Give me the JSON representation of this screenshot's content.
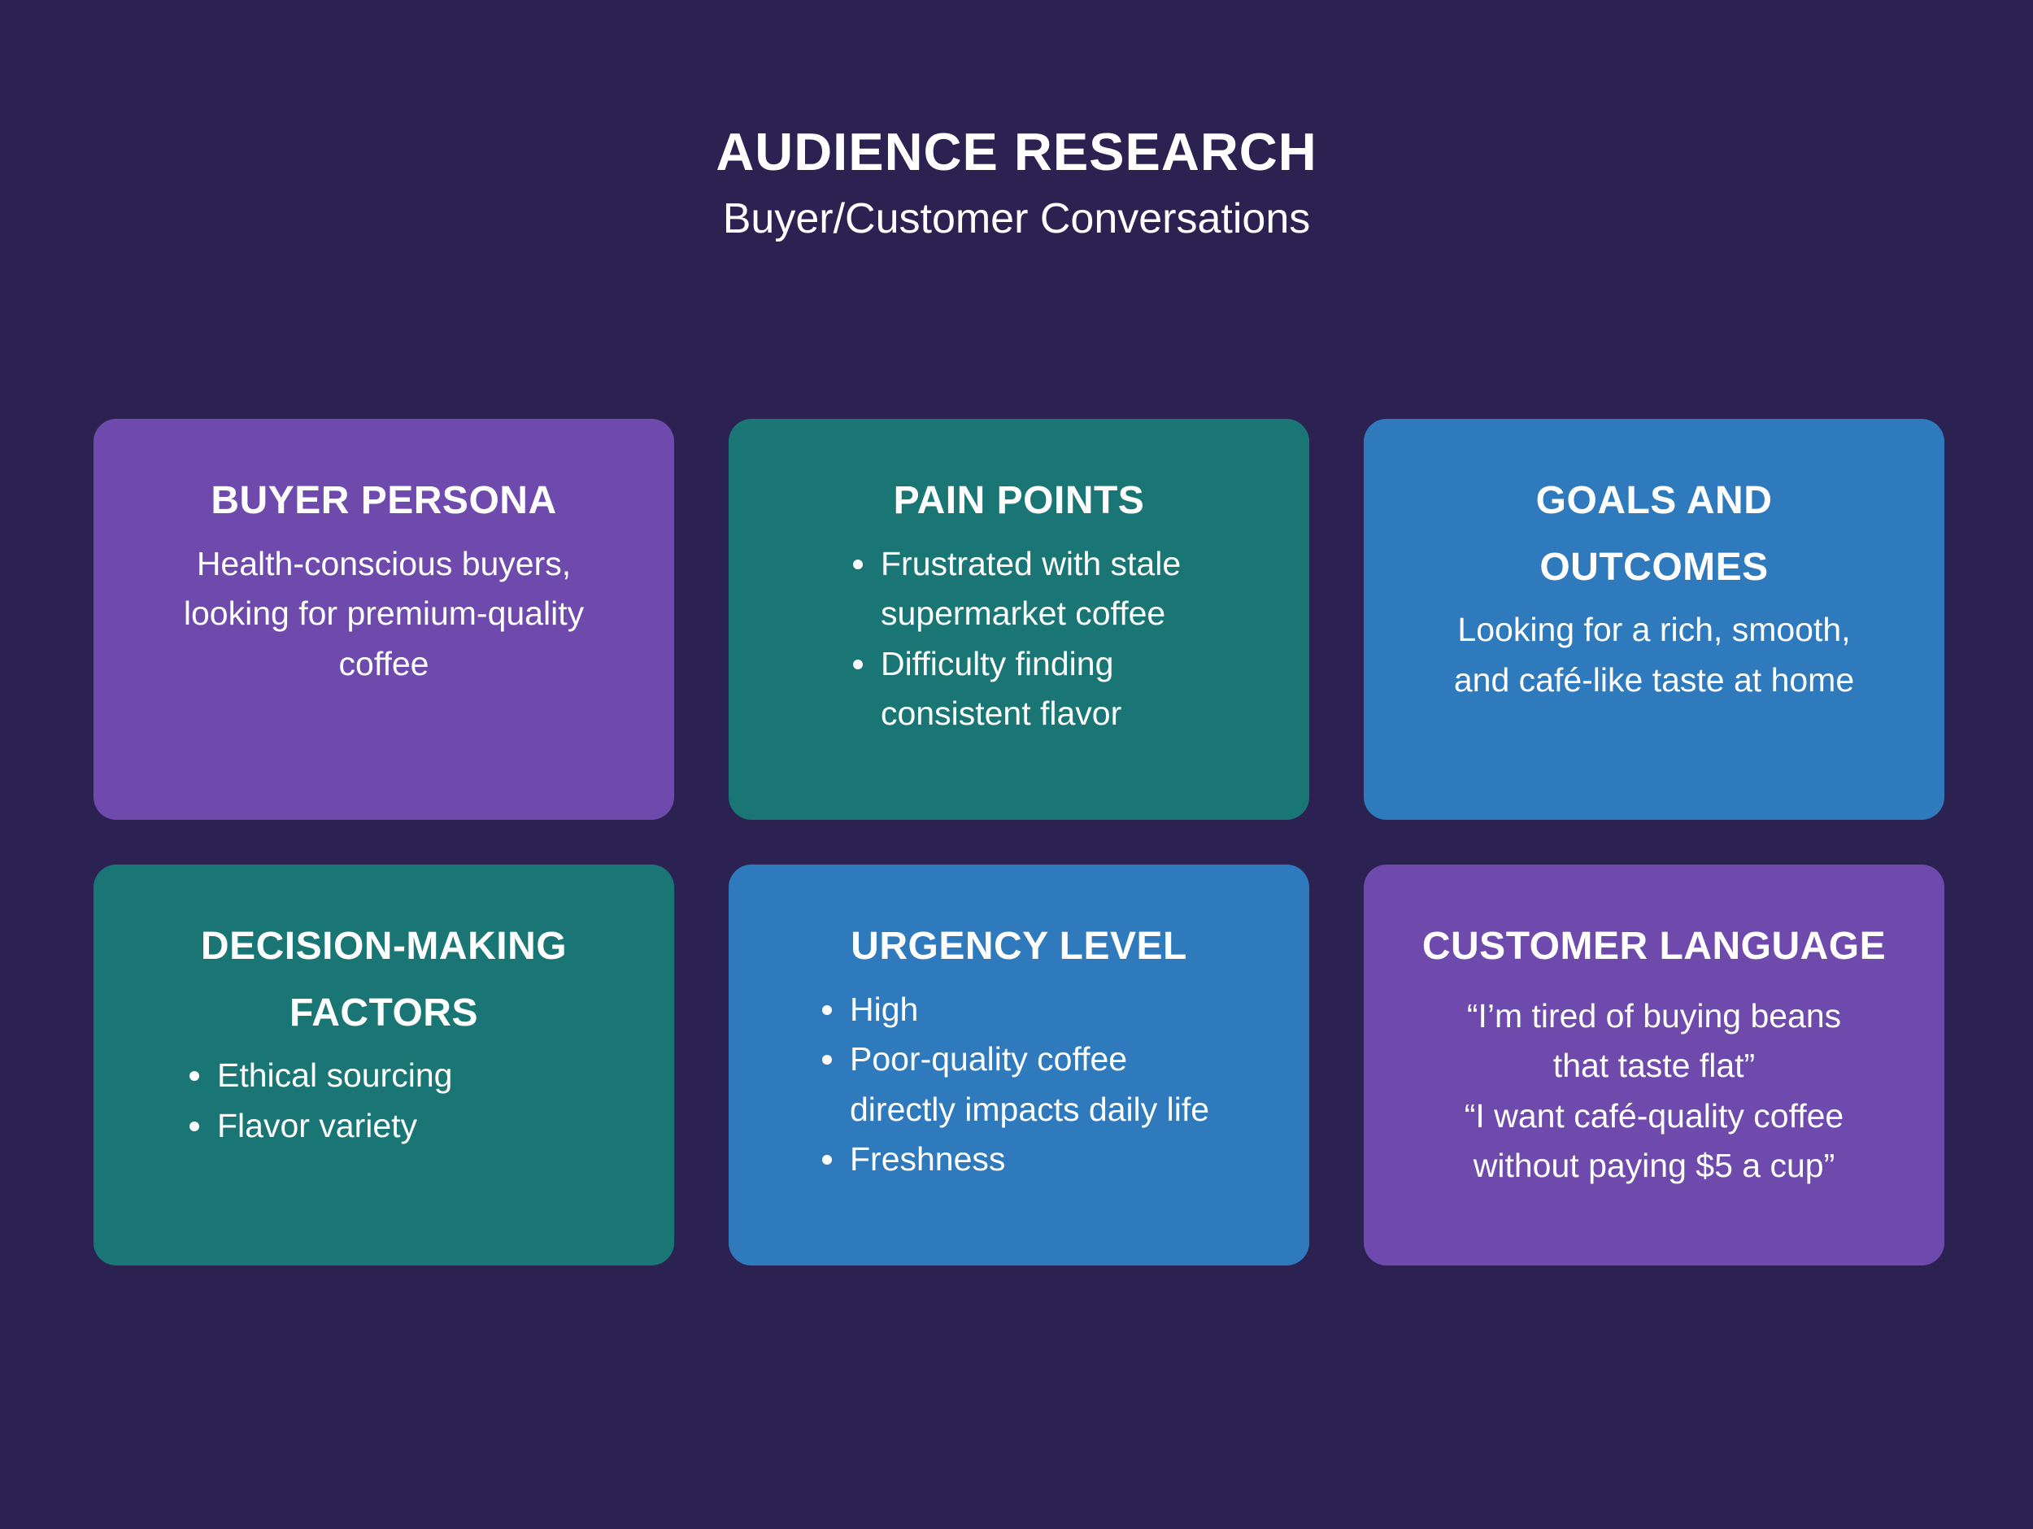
{
  "header": {
    "title": "AUDIENCE RESEARCH",
    "subtitle": "Buyer/Customer Conversations"
  },
  "colors": {
    "background": "#2C2251",
    "purple": "#6E4AAD",
    "teal": "#1A7675",
    "blue": "#2F7ABC",
    "text": "#FFFFFF"
  },
  "cards": [
    {
      "id": "buyer-persona",
      "color": "purple",
      "title": "BUYER PERSONA",
      "body": "Health-conscious buyers,\nlooking for premium-quality\ncoffee"
    },
    {
      "id": "pain-points",
      "color": "teal",
      "title": "PAIN POINTS",
      "bullets": [
        "Frustrated with stale\nsupermarket coffee",
        "Difficulty finding\nconsistent flavor"
      ]
    },
    {
      "id": "goals-and-outcomes",
      "color": "blue",
      "title": "GOALS AND\nOUTCOMES",
      "body": "Looking for a rich, smooth,\nand café-like taste at home"
    },
    {
      "id": "decision-making-factors",
      "color": "teal",
      "title": "DECISION-MAKING\nFACTORS",
      "bullets": [
        "Ethical sourcing",
        "Flavor variety"
      ]
    },
    {
      "id": "urgency-level",
      "color": "blue",
      "title": "URGENCY LEVEL",
      "bullets": [
        "High",
        "Poor-quality coffee\ndirectly impacts daily life",
        "Freshness"
      ]
    },
    {
      "id": "customer-language",
      "color": "purple",
      "title": "CUSTOMER LANGUAGE",
      "quotes": [
        "“I’m tired of buying beans\nthat taste flat”",
        "“I want café-quality coffee\nwithout paying $5 a cup”"
      ]
    }
  ]
}
